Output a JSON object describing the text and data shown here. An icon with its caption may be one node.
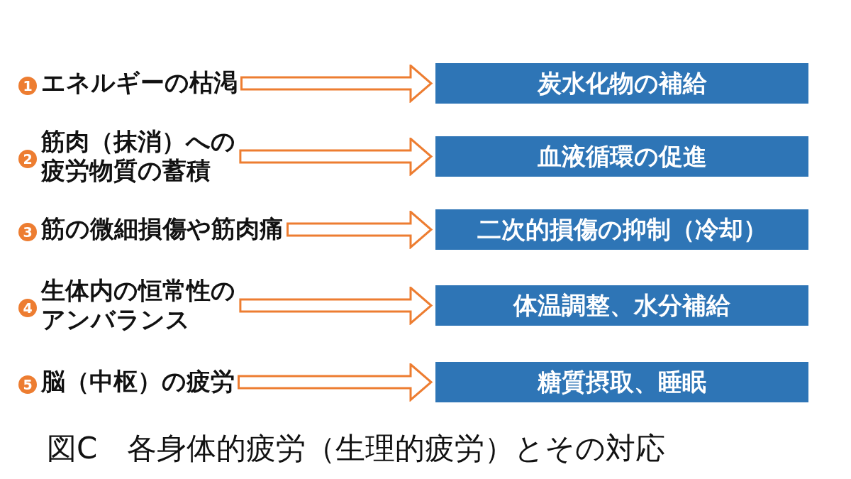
{
  "diagram": {
    "caption": "図C　各身体的疲労（生理的疲労）とその対応",
    "nodes": [
      {
        "text": [
          "1",
          "エネルギーの枯渇"
        ]
      },
      {
        "text": [
          "2",
          "筋肉（抹消）への疲労物質の蓄積"
        ]
      },
      {
        "text": [
          "3",
          "筋の微細損傷や筋肉痛"
        ]
      },
      {
        "text": [
          "4",
          "生体内の恒常性のアンバランス"
        ]
      },
      {
        "text": [
          "5",
          "脳（中枢）の疲労"
        ]
      },
      {
        "text": [
          "炭水化物の補給"
        ]
      },
      {
        "text": [
          "血液循環の促進"
        ]
      },
      {
        "text": [
          "二次的損傷の抑制（冷却）"
        ]
      },
      {
        "text": [
          "体温調整、水分補給"
        ]
      },
      {
        "text": [
          "糖質摂取、睡眠"
        ]
      }
    ],
    "edges": [
      {
        "from": 0,
        "to": 5,
        "arrow": "to"
      },
      {
        "from": 1,
        "to": 6,
        "arrow": "to"
      },
      {
        "from": 2,
        "to": 7,
        "arrow": "to"
      },
      {
        "from": 3,
        "to": 8,
        "arrow": "to"
      },
      {
        "from": 4,
        "to": 9,
        "arrow": "to"
      }
    ]
  }
}
